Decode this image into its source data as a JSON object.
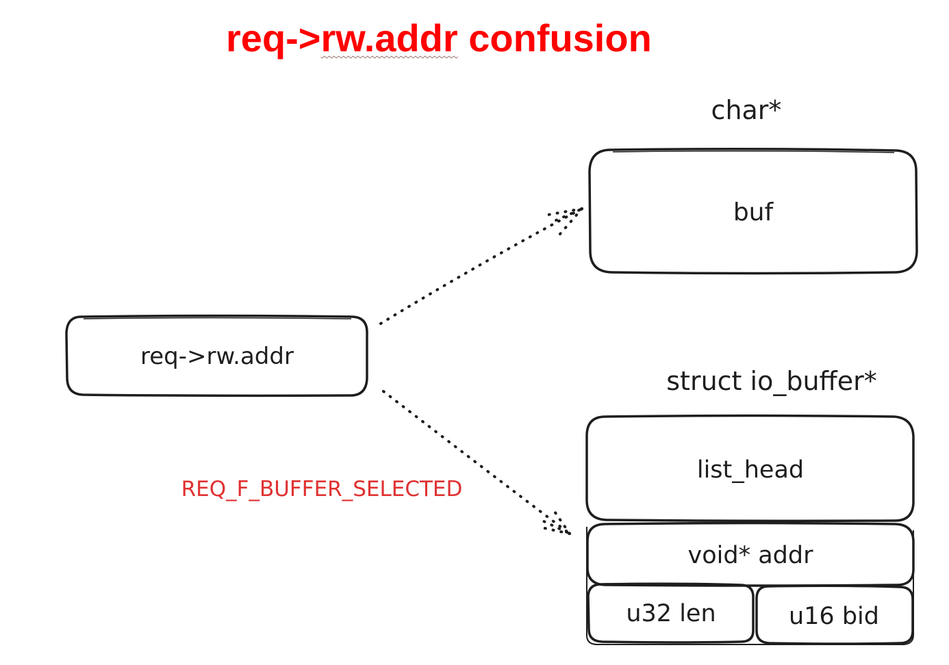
{
  "title": {
    "prefix": "req->",
    "underlined": "rw.addr",
    "suffix": " confusion"
  },
  "labels": {
    "char_ptr": "char*",
    "io_buffer_ptr": "struct io_buffer*",
    "flag": "REQ_F_BUFFER_SELECTED"
  },
  "boxes": {
    "source": "req->rw.addr",
    "buf": "buf",
    "list_head": "list_head",
    "addr": "void* addr",
    "len": "u32 len",
    "bid": "u16 bid"
  },
  "colors": {
    "title": "#ff0000",
    "flag": "#e03131",
    "stroke": "#1e1e1e"
  }
}
